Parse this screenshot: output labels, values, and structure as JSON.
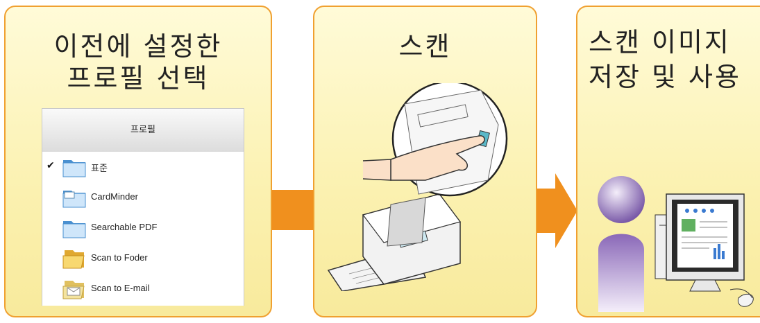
{
  "panels": [
    {
      "title_line1": "이전에 설정한",
      "title_line2": "프로필 선택"
    },
    {
      "title_line1": "스캔"
    },
    {
      "title_line1": "스캔 이미지",
      "title_line2": "저장 및 사용"
    }
  ],
  "profile_list": {
    "header": "프로필",
    "items": [
      {
        "label": "표준",
        "checked": true,
        "icon": "folder-icon"
      },
      {
        "label": "CardMinder",
        "checked": false,
        "icon": "card-folder-icon"
      },
      {
        "label": "Searchable PDF",
        "checked": false,
        "icon": "folder-icon"
      },
      {
        "label": "Scan to Foder",
        "checked": false,
        "icon": "open-folder-icon"
      },
      {
        "label": "Scan to E-mail",
        "checked": false,
        "icon": "email-icon"
      }
    ]
  },
  "colors": {
    "panel_border": "#f0a030",
    "arrow": "#f0901e",
    "panel_fill": "#fbf1b0"
  }
}
